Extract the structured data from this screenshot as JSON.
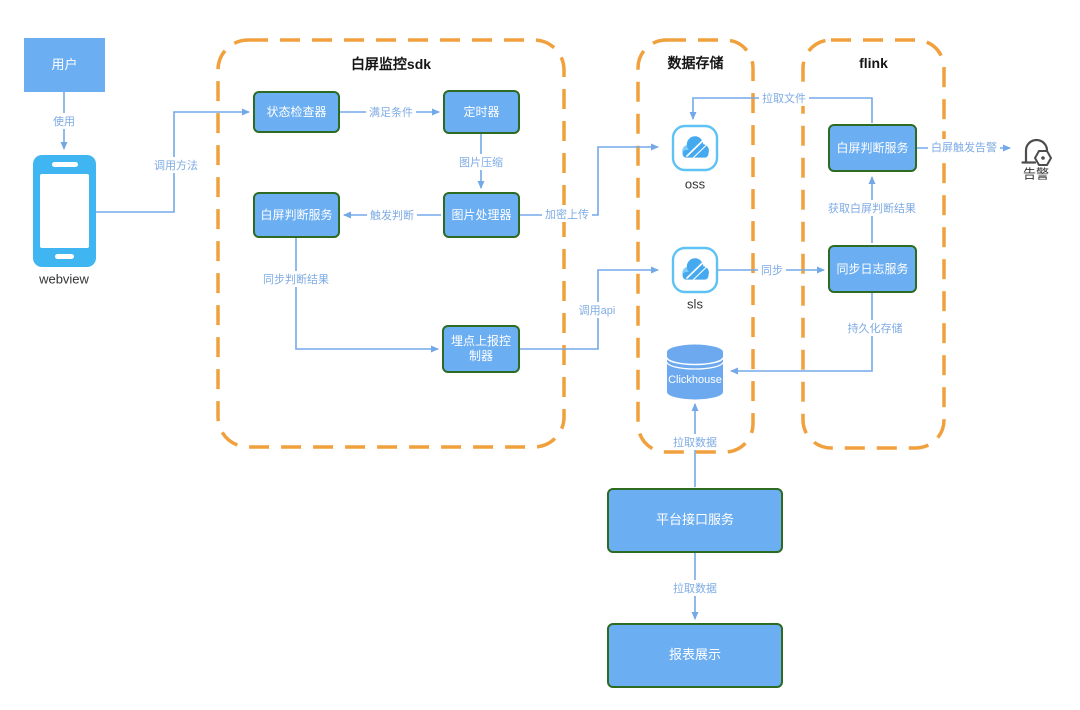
{
  "containers": {
    "sdk": "白屏监控sdk",
    "storage": "数据存储",
    "flink": "flink"
  },
  "nodes": {
    "user": "用户",
    "webview_label": "webview",
    "status_checker": "状态检查器",
    "timer": "定时器",
    "image_processor": "图片处理器",
    "whitescreen_judge_sdk": "白屏判断服务",
    "tracking_reporter": "埋点上报控制器",
    "oss_label": "oss",
    "sls_label": "sls",
    "clickhouse_label": "Clickhouse",
    "whitescreen_judge_flink": "白屏判断服务",
    "sync_log_service": "同步日志服务",
    "alarm_label": "告警",
    "platform_api": "平台接口服务",
    "report_display": "报表展示"
  },
  "edge_labels": {
    "use": "使用",
    "call_method": "调用方法",
    "condition_met": "满足条件",
    "image_compress": "图片压缩",
    "trigger_judge": "触发判断",
    "sync_judge_result": "同步判断结果",
    "encrypt_upload": "加密上传",
    "call_api": "调用api",
    "pull_file": "拉取文件",
    "sync": "同步",
    "get_whitescreen_result": "获取白屏判断结果",
    "whitescreen_trigger_alarm": "白屏触发告警",
    "persistent_storage": "持久化存储",
    "pull_data_top": "拉取数据",
    "pull_data_bottom": "拉取数据"
  },
  "colors": {
    "node_fill": "#6CAEF2",
    "node_border": "#2D6B22",
    "connector": "#74A9E8",
    "edge_label_text": "#7FABE3",
    "container_dash": "#F0A03C",
    "phone_icon": "#3FB6F2",
    "cloud_icon": "#45A9F0",
    "clickhouse_icon": "#6CA9EE",
    "alarm_icon": "#4D4D4D"
  }
}
